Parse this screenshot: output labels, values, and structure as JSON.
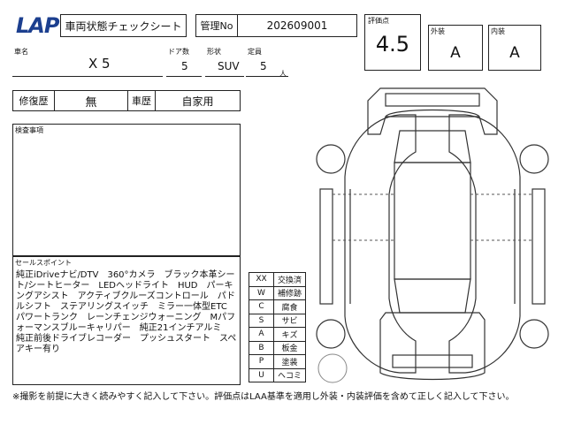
{
  "header": {
    "logo_text": "LAP",
    "title": "車両状態チェックシート",
    "mgmt_label": "管理No",
    "mgmt_number": "202609001"
  },
  "grade": {
    "score_label": "評価点",
    "score": "4.5",
    "exterior_label": "外装",
    "exterior": "A",
    "interior_label": "内装",
    "interior": "A"
  },
  "vehicle": {
    "name_label": "車名",
    "name": "X 5",
    "doors_label": "ドア数",
    "doors": "5",
    "shape_label": "形状",
    "shape": "SUV",
    "capacity_label": "定員",
    "capacity": "5",
    "capacity_unit": "人"
  },
  "history": {
    "repair_label": "修復歴",
    "repair": "無",
    "usage_label": "車歴",
    "usage": "自家用"
  },
  "inspection": {
    "label": "検査事項"
  },
  "sales_points": {
    "label": "セールスポイント",
    "text": "純正iDriveナビ/DTV　360°カメラ　ブラック本革シート/シートヒーター　LEDヘッドライト　HUD　パーキングアシスト　アクティブクルーズコントロール　パドルシフト　ステアリングスイッチ　ミラー一体型ETC　パワートランク　レーンチェンジウォーニング　Mパフォーマンスブルーキャリパー　純正21インチアルミ　純正前後ドライブレコーダー　プッシュスタート　スペアキー有り"
  },
  "legend": [
    {
      "code": "XX",
      "meaning": "交換済"
    },
    {
      "code": "W",
      "meaning": "補修跡"
    },
    {
      "code": "C",
      "meaning": "腐食"
    },
    {
      "code": "S",
      "meaning": "サビ"
    },
    {
      "code": "A",
      "meaning": "キズ"
    },
    {
      "code": "B",
      "meaning": "板金"
    },
    {
      "code": "P",
      "meaning": "塗装"
    },
    {
      "code": "U",
      "meaning": "ヘコミ"
    }
  ],
  "footer": "※撮影を前提に大きく読みやすく記入して下さい。評価点はLAA基準を適用し外装・内装評価を含めて正しく記入して下さい。"
}
